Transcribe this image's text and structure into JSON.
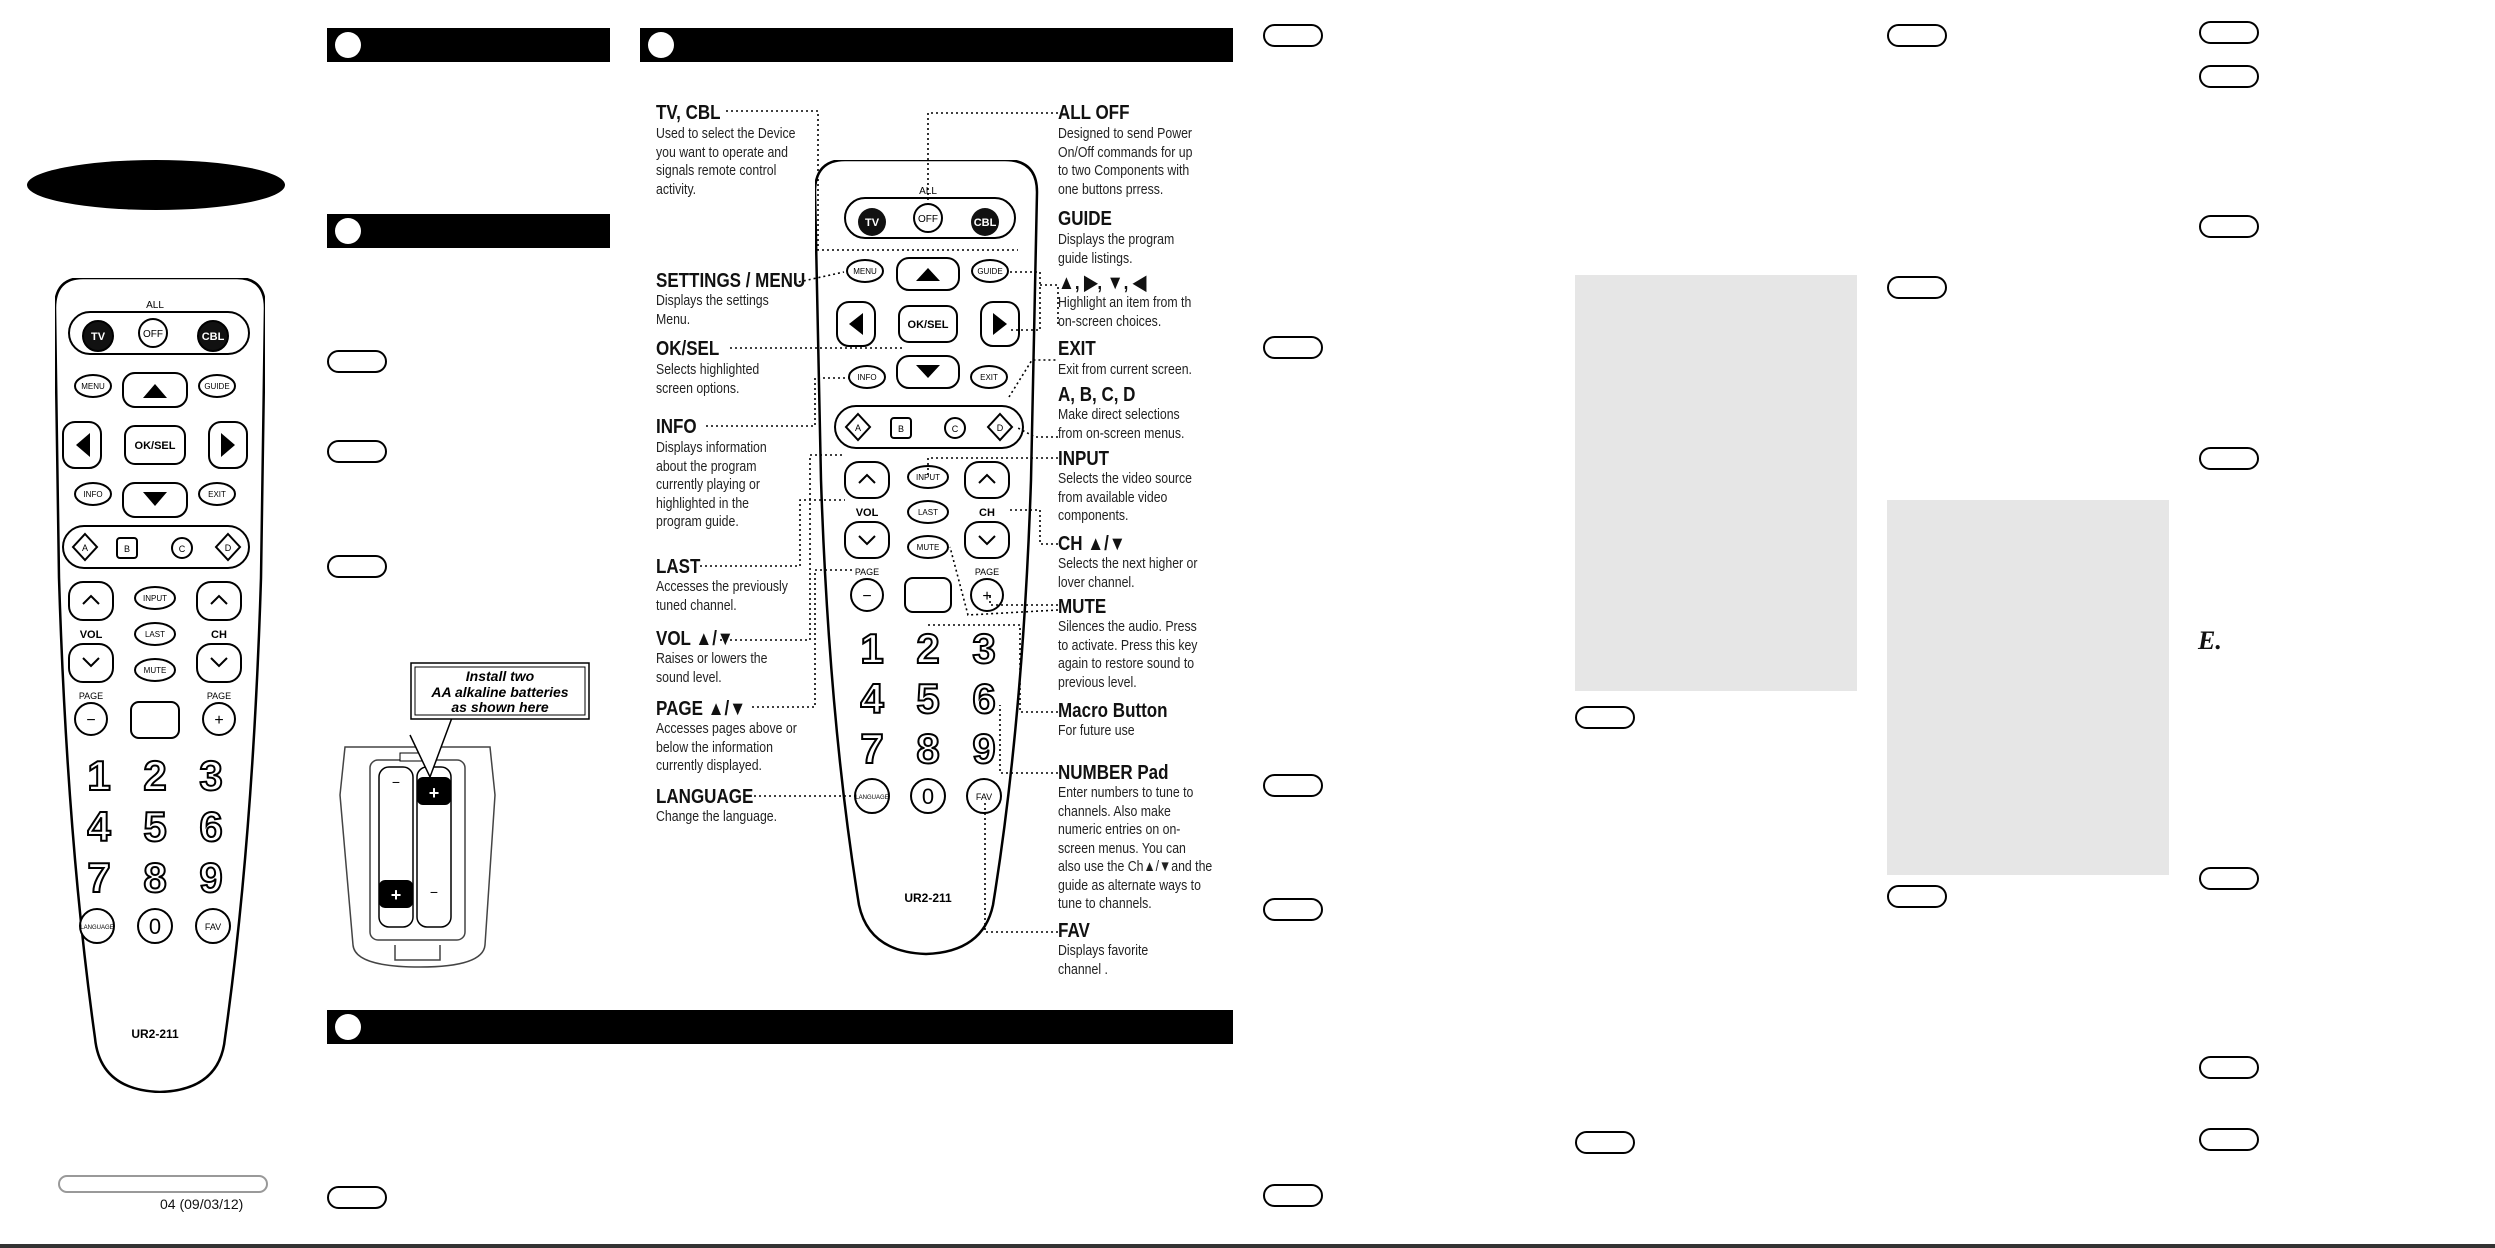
{
  "small_remote": {
    "all_label": "ALL",
    "buttons": {
      "tv": "TV",
      "off": "OFF",
      "cbl": "CBL",
      "menu": "MENU",
      "guide": "GUIDE",
      "oksel": "OK/SEL",
      "info": "INFO",
      "exit": "EXIT",
      "a": "A",
      "b": "B",
      "c": "C",
      "d": "D",
      "input": "INPUT",
      "last": "LAST",
      "mute": "MUTE",
      "vol": "VOL",
      "ch": "CH",
      "page_left": "PAGE",
      "page_right": "PAGE",
      "language": "LANGUAGE",
      "zero": "0",
      "fav": "FAV"
    },
    "model": "UR2-211"
  },
  "digits": [
    "1",
    "2",
    "3",
    "4",
    "5",
    "6",
    "7",
    "8",
    "9"
  ],
  "battery_callout": {
    "line1": "Install two",
    "line2": "AA alkaline batteries",
    "line3": "as shown here",
    "plus": "+",
    "minus": "−"
  },
  "version_code": "04 (09/03/12)",
  "big_remote": {
    "all_label": "ALL",
    "buttons": {
      "tv": "TV",
      "off": "OFF",
      "cbl": "CBL",
      "menu": "MENU",
      "guide": "GUIDE",
      "oksel": "OK/SEL",
      "info": "INFO",
      "exit": "EXIT",
      "a": "A",
      "b": "B",
      "c": "C",
      "d": "D",
      "input": "INPUT",
      "last": "LAST",
      "mute": "MUTE",
      "vol": "VOL",
      "ch": "CH",
      "page_left": "PAGE",
      "page_right": "PAGE",
      "language": "LANGUAGE",
      "zero": "0",
      "fav": "FAV"
    },
    "model": "UR2-211"
  },
  "callouts_left": [
    {
      "id": "tvcbl",
      "label": "TV, CBL",
      "desc": [
        "Used to select the Device",
        "you want to operate and",
        "signals remote control",
        "activity."
      ]
    },
    {
      "id": "settings",
      "label": "SETTINGS / MENU",
      "desc": [
        "Displays the settings",
        "Menu."
      ]
    },
    {
      "id": "oksel",
      "label": "OK/SEL",
      "desc": [
        "Selects highlighted",
        "screen options."
      ]
    },
    {
      "id": "info",
      "label": "INFO",
      "desc": [
        "Displays information",
        "about the program",
        "currently playing or",
        "highlighted in the",
        "program guide."
      ]
    },
    {
      "id": "last",
      "label": "LAST",
      "desc": [
        "Accesses the previously",
        "tuned channel."
      ]
    },
    {
      "id": "vol",
      "label": "VOL ▲/▼",
      "desc": [
        "Raises or lowers the",
        "sound level."
      ]
    },
    {
      "id": "page",
      "label": "PAGE ▲/▼",
      "desc": [
        "Accesses pages above or",
        "below the information",
        "currently displayed."
      ]
    },
    {
      "id": "language",
      "label": "LANGUAGE",
      "desc": [
        "Change the language."
      ]
    }
  ],
  "callouts_right": [
    {
      "id": "alloff",
      "label": "ALL OFF",
      "desc": [
        "Designed to send Power",
        "On/Off commands for up",
        "to two Components with",
        "one buttons prress."
      ]
    },
    {
      "id": "guide",
      "label": "GUIDE",
      "desc": [
        "Displays the program",
        "guide listings."
      ]
    },
    {
      "id": "arrows",
      "label": "▲, ▶, ▼, ◀",
      "desc": [
        "Highlight an item from th",
        "on-screen choices."
      ]
    },
    {
      "id": "exit",
      "label": "EXIT",
      "desc": [
        "Exit from current screen."
      ]
    },
    {
      "id": "abcd",
      "label": "A, B, C, D",
      "desc": [
        "Make direct selections",
        "from on-screen menus."
      ]
    },
    {
      "id": "input",
      "label": "INPUT",
      "desc": [
        "Selects the video source",
        "from available video",
        "components."
      ]
    },
    {
      "id": "ch",
      "label": "CH ▲/▼",
      "desc": [
        "Selects the next higher or",
        "lover channel."
      ]
    },
    {
      "id": "mute",
      "label": "MUTE",
      "desc": [
        "Silences the audio. Press",
        "to activate. Press this key",
        "again to restore sound to",
        "previous level."
      ]
    },
    {
      "id": "macro",
      "label": "Macro Button",
      "desc": [
        "For future use"
      ]
    },
    {
      "id": "number",
      "label": "NUMBER Pad",
      "desc": [
        "Enter numbers to tune to",
        "channels. Also make",
        "numeric entries on on-",
        "screen menus. You can",
        "also use the Ch▲/▼and the",
        "guide as alternate ways to",
        "tune to channels."
      ]
    },
    {
      "id": "fav",
      "label": "FAV",
      "desc": [
        "Displays favorite",
        "channel ."
      ]
    }
  ],
  "stray_letter": "E."
}
